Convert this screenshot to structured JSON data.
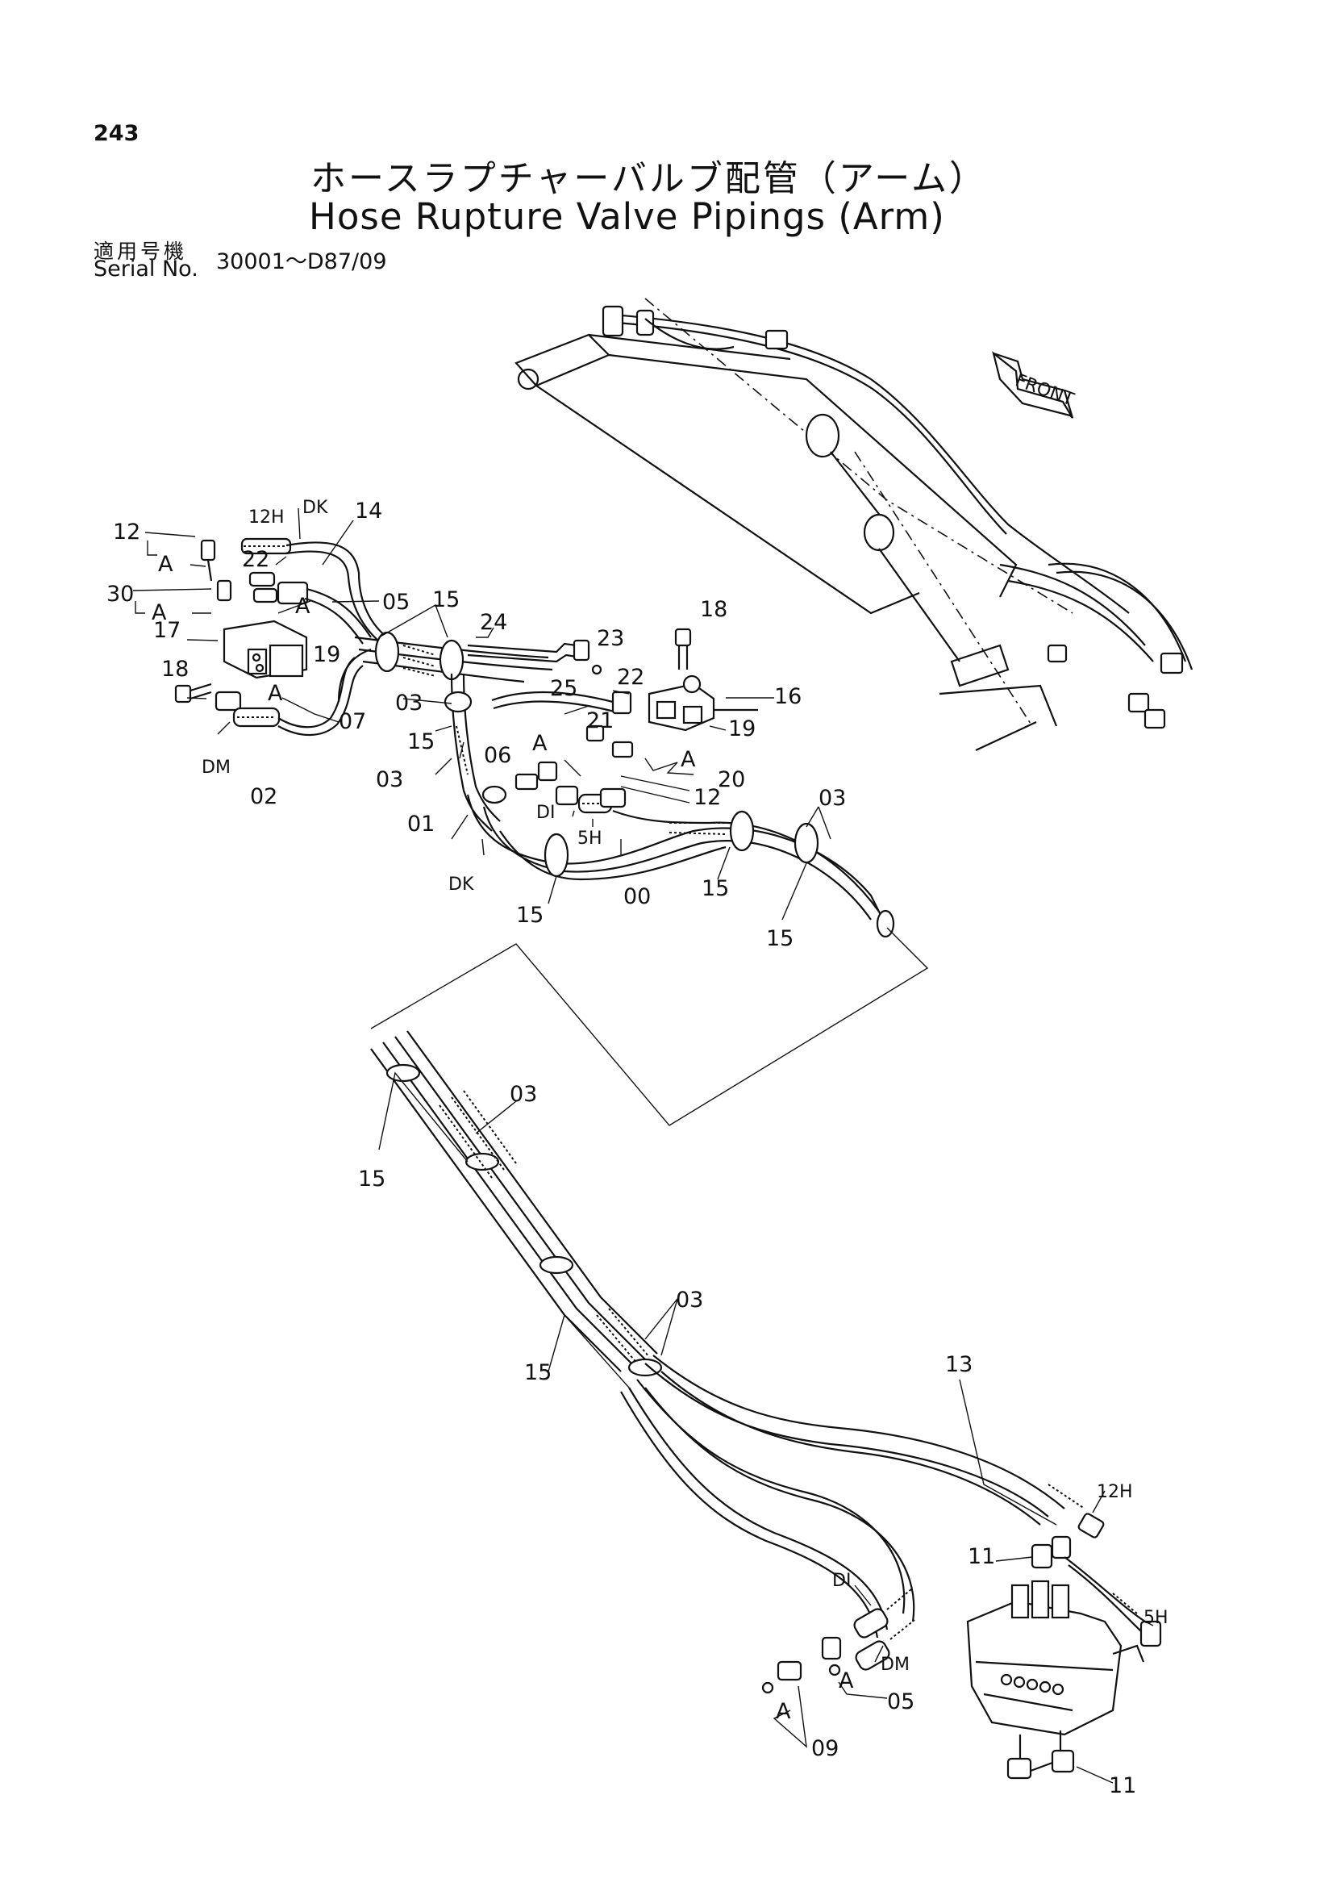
{
  "header": {
    "page_number": "243",
    "title_jp": "ホースラプチャーバルブ配管（アーム）",
    "title_en": "Hose Rupture Valve Pipings (Arm)",
    "serial_label_jp": "適用号機",
    "serial_label_en": "Serial No.",
    "serial_value": "30001～D87/09"
  },
  "front_arrow_label": "FRONT",
  "callouts": [
    "12",
    "12H",
    "DK",
    "14",
    "A",
    "22",
    "30",
    "A",
    "A",
    "05",
    "15",
    "17",
    "19",
    "24",
    "23",
    "18",
    "18",
    "A",
    "07",
    "03",
    "25",
    "22",
    "16",
    "21",
    "19",
    "DM",
    "02",
    "15",
    "A",
    "06",
    "A",
    "20",
    "03",
    "12",
    "03",
    "01",
    "DI",
    "5H",
    "DK",
    "00",
    "15",
    "15",
    "15",
    "03",
    "15",
    "03",
    "15",
    "13",
    "12H",
    "11",
    "5H",
    "DI",
    "DM",
    "A",
    "05",
    "A",
    "09",
    "11"
  ]
}
